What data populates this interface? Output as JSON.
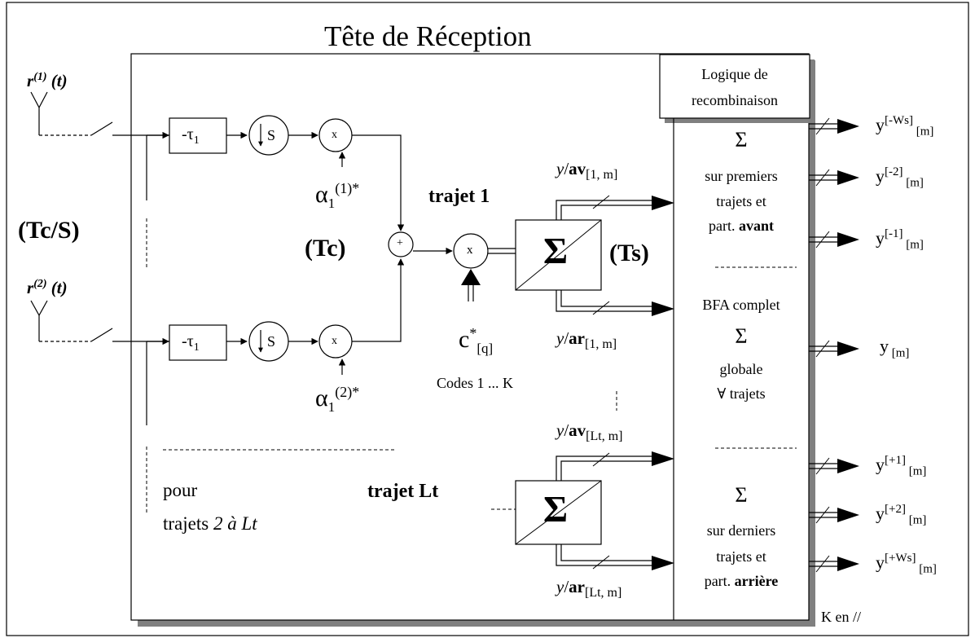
{
  "title": "Tête de Réception",
  "inputs": {
    "r1": {
      "base": "r",
      "sup": "(1)",
      "suffix": " (t)"
    },
    "r2": {
      "base": "r",
      "sup": "(2)",
      "suffix": " (t)"
    }
  },
  "labels": {
    "tc_s": "(Tc/S)",
    "tc": "(Tc)",
    "ts": "(Ts)",
    "trajet1": "trajet 1",
    "trajetLt": "trajet Lt",
    "pour": "pour",
    "trajets_prefix": "trajets ",
    "trajets_range": "2 à Lt",
    "k_parallel": "K en //"
  },
  "blocks": {
    "delay_prefix": "-τ",
    "delay_sub": "1",
    "downsample_letter": "S",
    "multiply": "x",
    "plus": "+",
    "sigma": "Σ"
  },
  "coefficients": {
    "alpha1": {
      "base": "α",
      "sub": "1",
      "sup": "(1)*"
    },
    "alpha2": {
      "base": "α",
      "sub": "1",
      "sup": "(2)*"
    },
    "code": {
      "base": "c",
      "sup": "*",
      "sub": "[q]"
    },
    "codes_caption": "Codes 1 ... K"
  },
  "branch_labels": {
    "av1": {
      "y": "y",
      "slash": "/",
      "bold": "av",
      "sub": "[1, m]"
    },
    "ar1": {
      "y": "y",
      "slash": "/",
      "bold": "ar",
      "sub": "[1, m]"
    },
    "avLt": {
      "y": "y",
      "slash": "/",
      "bold": "av",
      "sub": "[Lt, m]"
    },
    "arLt": {
      "y": "y",
      "slash": "/",
      "bold": "ar",
      "sub": "[Lt, m]"
    }
  },
  "recombination": {
    "logic_line1": "Logique de",
    "logic_line2": "recombinaison",
    "top": {
      "sigma": "Σ",
      "line1": "sur premiers",
      "line2": "trajets et",
      "line3_prefix": "part. ",
      "line3_bold": "avant"
    },
    "mid": {
      "header": "BFA complet",
      "sigma": "Σ",
      "line1": "globale",
      "line2": "∀ trajets"
    },
    "bottom": {
      "sigma": "Σ",
      "line1": "sur derniers",
      "line2": "trajets et",
      "line3_prefix": "part. ",
      "line3_bold": "arrière"
    }
  },
  "outputs": [
    {
      "base": "y",
      "sup": "[-Ws]",
      "sub": "[m]"
    },
    {
      "base": "y",
      "sup": "[-2]",
      "sub": "[m]"
    },
    {
      "base": "y",
      "sup": "[-1]",
      "sub": "[m]"
    },
    {
      "base": "y",
      "sup": "",
      "sub": "[m]"
    },
    {
      "base": "y",
      "sup": "[+1]",
      "sub": "[m]"
    },
    {
      "base": "y",
      "sup": "[+2]",
      "sub": "[m]"
    },
    {
      "base": "y",
      "sup": "[+Ws]",
      "sub": "[m]"
    }
  ]
}
